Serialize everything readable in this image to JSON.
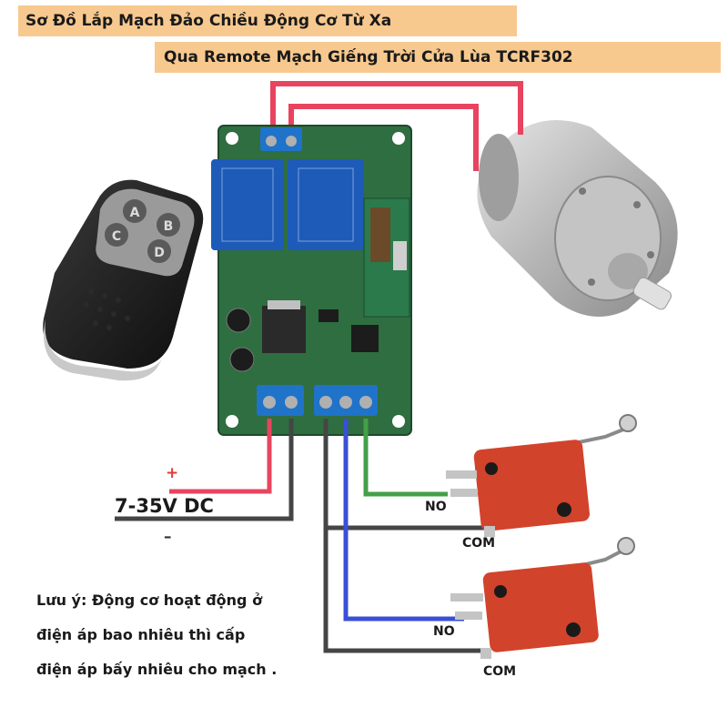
{
  "title": {
    "line1": "Sơ Đồ Lắp Mạch Đảo Chiều Động Cơ Từ Xa",
    "line2": "Qua Remote Mạch Giếng Trời Cửa Lùa TCRF302"
  },
  "remote": {
    "buttons": [
      "A",
      "B",
      "C",
      "D"
    ]
  },
  "supply": {
    "voltage": "7-35V DC",
    "plus": "+",
    "minus": "–"
  },
  "switches": [
    {
      "no_label": "NO",
      "com_label": "COM"
    },
    {
      "no_label": "NO",
      "com_label": "COM"
    }
  ],
  "note": {
    "line1": "Lưu ý: Động cơ hoạt động ở",
    "line2": "điện áp bao nhiêu thì cấp",
    "line3": "điện áp bấy nhiêu cho mạch ."
  },
  "colors": {
    "banner": "#f7c98f",
    "board": "#2f6e41",
    "wire_red": "#e8445f",
    "wire_dark": "#454545",
    "wire_green": "#43a047",
    "wire_blue": "#3a4fd6",
    "relay": "#1e5bb8",
    "terminal": "#1f73c9",
    "switch_body": "#d2432b",
    "motor": "#b8b8b8"
  }
}
